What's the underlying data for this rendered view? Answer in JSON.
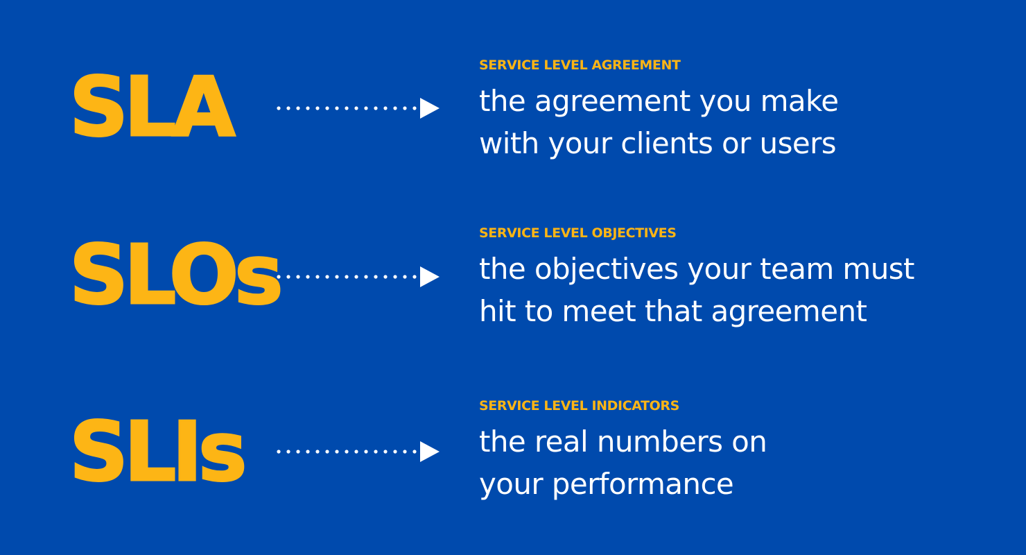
{
  "colors": {
    "background": "#004AAD",
    "accent": "#FDB515",
    "text": "#FFFFFF"
  },
  "icons": [
    "dotted-arrow-icon"
  ],
  "rows": [
    {
      "acronym": "SLA",
      "label": "SERVICE LEVEL AGREEMENT",
      "description": [
        "the agreement you make",
        "with your clients or users"
      ]
    },
    {
      "acronym": "SLOs",
      "label": "SERVICE LEVEL OBJECTIVES",
      "description": [
        "the objectives your team must",
        "hit to meet that agreement"
      ]
    },
    {
      "acronym": "SLIs",
      "label": "SERVICE LEVEL INDICATORS",
      "description": [
        "the real numbers on",
        "your performance"
      ]
    }
  ]
}
